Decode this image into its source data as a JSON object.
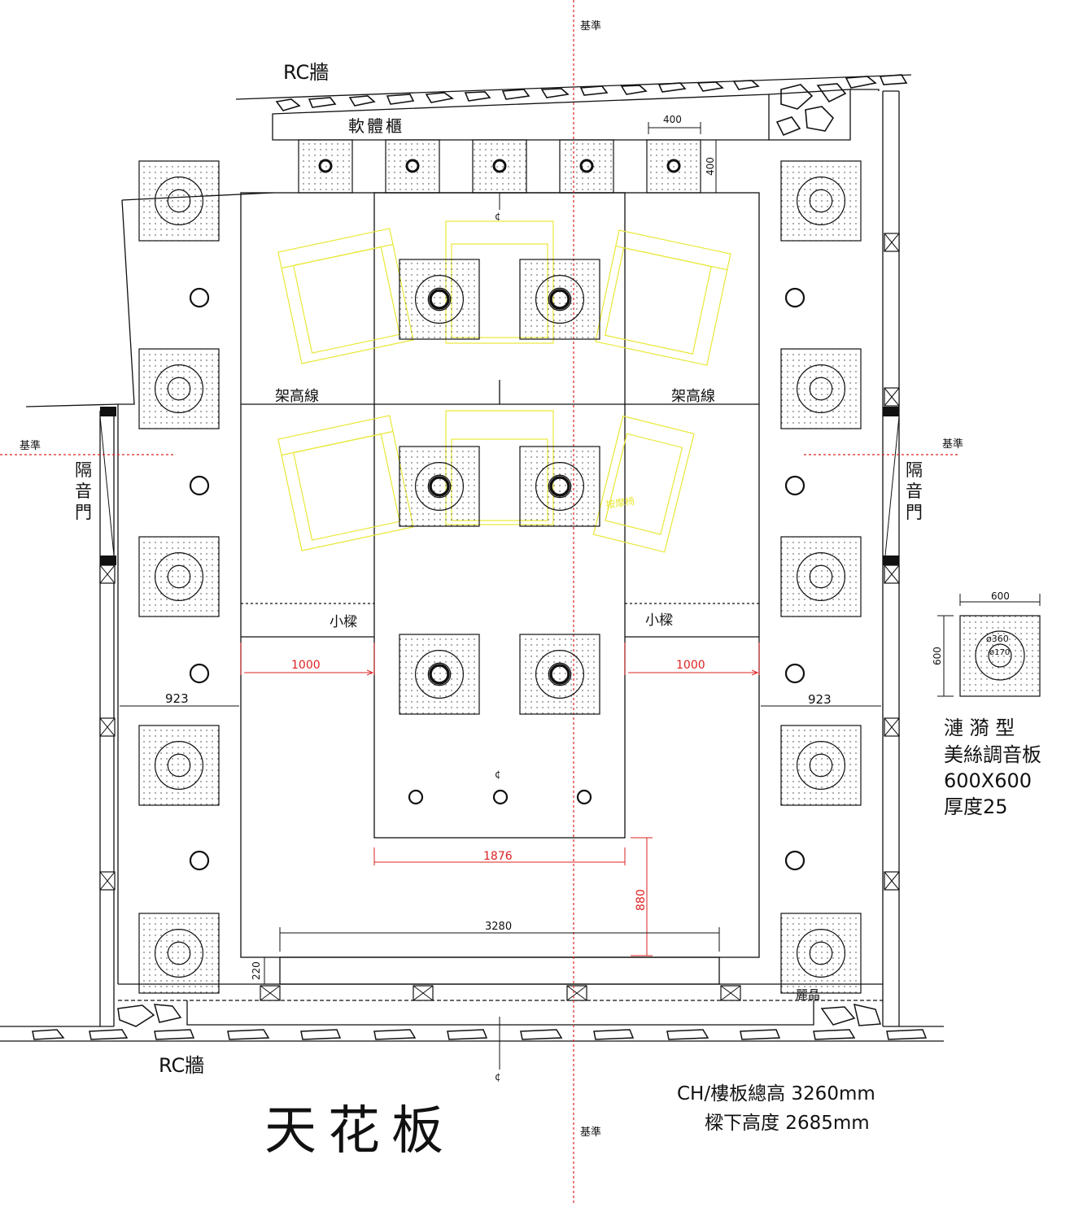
{
  "labels": {
    "rc_wall_top": "RC牆",
    "rc_wall_bottom": "RC牆",
    "software_cabinet": "軟體櫃",
    "datum_top": "基準",
    "datum_bottom": "基準",
    "datum_left": "基準",
    "datum_right": "基準",
    "raised_line_left": "架高線",
    "raised_line_right": "架高線",
    "beam_left": "小樑",
    "beam_right": "小樑",
    "door_left": [
      "隔",
      "音",
      "門"
    ],
    "door_right": [
      "隔",
      "音",
      "門"
    ],
    "crystal": "麗晶",
    "title": "天花板",
    "centerline": "¢"
  },
  "dimensions": {
    "cabinet_width": "400",
    "cabinet_height": "400",
    "side_left": "923",
    "side_right": "923",
    "red_left": "1000",
    "red_right": "1000",
    "red_bottom": "1876",
    "red_vertical": "880",
    "bottom_width": "3280",
    "bottom_gap": "220"
  },
  "legend": {
    "panel_width": "600",
    "panel_height": "600",
    "outer_dia": "ø360",
    "inner_dia": "ø170",
    "lines": [
      "漣 漪 型",
      "美絲調音板",
      "600X600",
      "厚度25"
    ]
  },
  "notes": {
    "ch": "CH/樓板總高 3260mm",
    "beam_height": "樑下高度 2685mm"
  },
  "colors": {
    "line": "#111111",
    "dimension_red": "#d42222",
    "furniture_yellow": "#e8e838"
  }
}
